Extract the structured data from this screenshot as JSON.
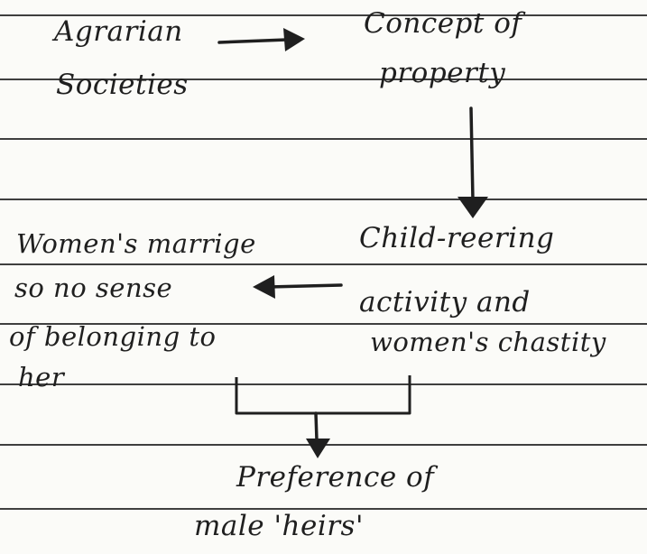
{
  "nodes": {
    "agrarian": [
      "Agrarian",
      "Societies"
    ],
    "property": [
      "Concept of",
      "property"
    ],
    "childrearing": [
      "Child-reering",
      "activity and",
      "women's chastity"
    ],
    "marriage": [
      "Women's marrige",
      "so no sense",
      "of belonging to",
      "her"
    ],
    "preference": [
      "Preference of",
      "male 'heirs'"
    ]
  },
  "colors": {
    "ink": "#1f1f1f",
    "paper": "#fbfbf8",
    "rule": "#2a2a2a"
  }
}
